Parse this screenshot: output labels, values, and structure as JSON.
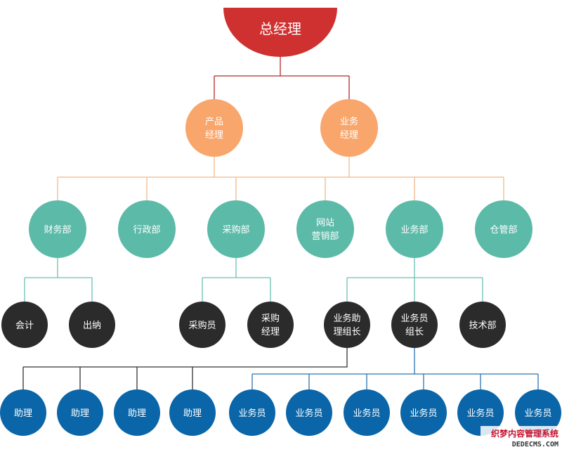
{
  "colors": {
    "root": "#cf3030",
    "level1": "#f9a66c",
    "level2": "#5bbaa8",
    "level3": "#2b2b2b",
    "level4": "#0a66a8",
    "line_red": "#b52a2a",
    "line_orange": "#f2b98a",
    "line_teal": "#6bbfb4",
    "line_dark": "#333333",
    "line_blue": "#2a73b5"
  },
  "nodes": {
    "root": "总经理",
    "product_manager": [
      "产品",
      "经理"
    ],
    "business_manager": [
      "业务",
      "经理"
    ],
    "finance": "财务部",
    "admin": "行政部",
    "purchasing": "采购部",
    "web_marketing": [
      "网站",
      "营销部"
    ],
    "business_dept": "业务部",
    "warehouse": "仓管部",
    "accountant": "会计",
    "cashier": "出纳",
    "purchaser": "采购员",
    "purchase_manager": [
      "采购",
      "经理"
    ],
    "biz_assistant_lead": [
      "业务助",
      "理组长"
    ],
    "salesperson_lead": [
      "业务员",
      "组长"
    ],
    "tech_dept": "技术部",
    "assistants": [
      "助理",
      "助理",
      "助理",
      "助理"
    ],
    "salespeople": [
      "业务员",
      "业务员",
      "业务员",
      "业务员",
      "业务员",
      "业务员"
    ]
  },
  "watermark": {
    "line1": "织梦内容管理系统",
    "line2": "DEDECMS.COM"
  }
}
